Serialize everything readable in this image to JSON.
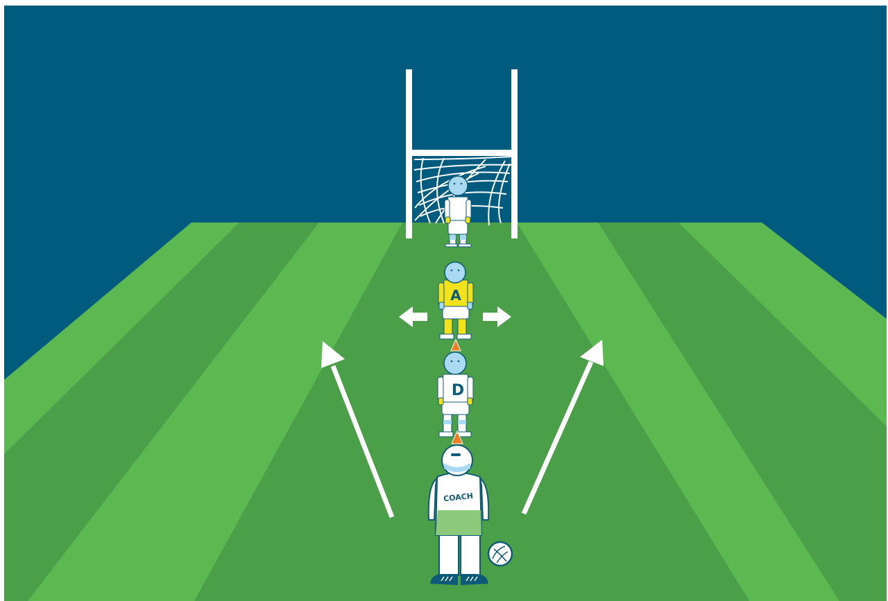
{
  "scene": {
    "colors": {
      "sky": "#005b7f",
      "grass_light": "#5cb952",
      "grass_dark": "#4a9f48",
      "outline": "#0d5a78",
      "skin": "#a9daf2",
      "kit_white": "#ffffff",
      "kit_yellow": "#f2e21b",
      "cone_orange": "#ef7d22",
      "coach_green": "#8cc97a"
    },
    "players": {
      "goalkeeper": {
        "letter": ""
      },
      "attacker": {
        "letter": "A"
      },
      "defender": {
        "letter": "D"
      }
    },
    "coach": {
      "label": "COACH"
    },
    "icons": [
      "goalposts-icon",
      "net-icon",
      "arrow-left-icon",
      "arrow-right-icon",
      "arrow-up-left-icon",
      "arrow-up-right-icon",
      "cone-icon",
      "ball-icon"
    ]
  }
}
